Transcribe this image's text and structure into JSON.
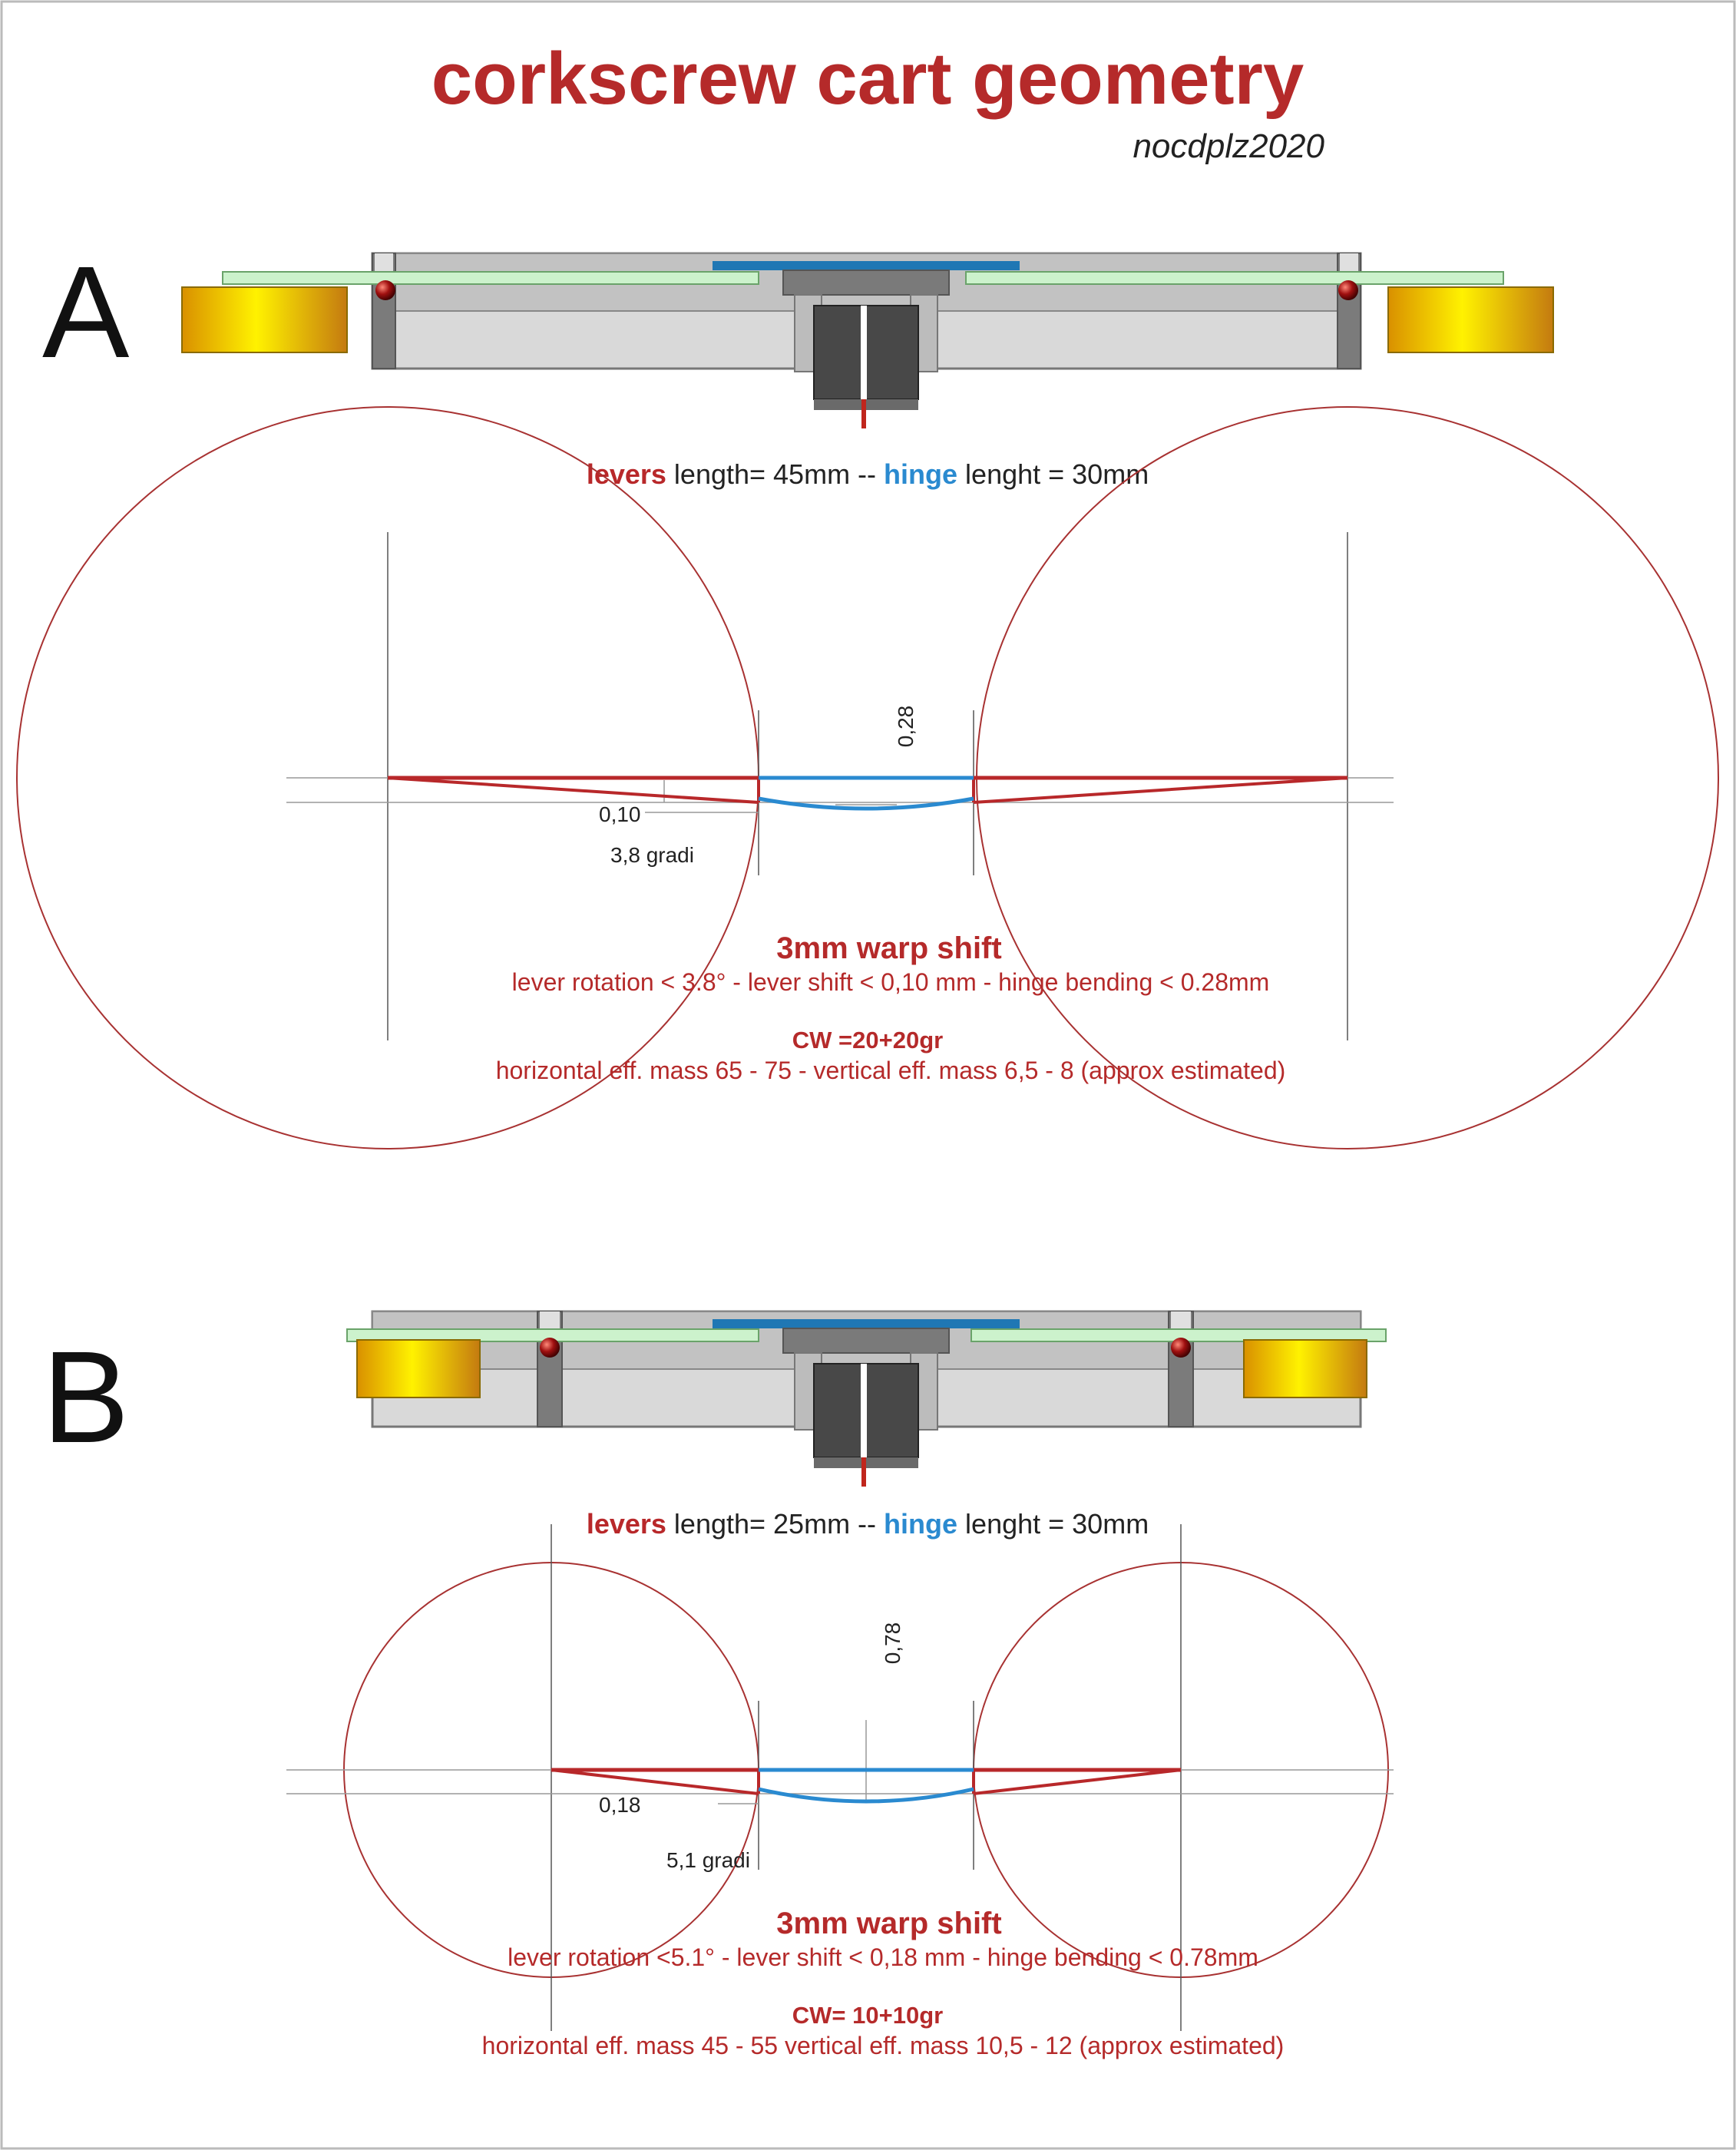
{
  "header": {
    "title": "corkscrew cart geometry",
    "author": "nocdplz2020"
  },
  "colors": {
    "title_red": "#b52a2a",
    "lever_red": "#b8282a",
    "hinge_blue": "#2a8ad0",
    "circle_red": "#a83232",
    "gold": "#f5d800"
  },
  "section_a": {
    "letter": "A",
    "spec_levers": "levers",
    "spec_levers_rest": " length= 45mm -- ",
    "spec_hinge": "hinge",
    "spec_hinge_rest": " lenght = 30mm",
    "dim_bend": "0,28",
    "dim_shift": "0,10",
    "dim_angle": "3,8 gradi",
    "warp_title": "3mm warp shift",
    "warp_line": "lever rotation  < 3.8° - lever shift  < 0,10 mm - hinge bending  < 0.28mm",
    "cw_title": "CW =20+20gr",
    "mass_line": "horizontal eff. mass  65 - 75  - vertical eff. mass  6,5 - 8  (approx estimated)"
  },
  "section_b": {
    "letter": "B",
    "spec_levers": "levers",
    "spec_levers_rest": " length= 25mm -- ",
    "spec_hinge": "hinge",
    "spec_hinge_rest": " lenght = 30mm",
    "dim_bend": "0,78",
    "dim_shift": "0,18",
    "dim_angle": "5,1 gradi",
    "warp_title": "3mm warp shift",
    "warp_line": "lever rotation  <5.1° - lever shift  < 0,18 mm - hinge bending  < 0.78mm",
    "cw_title": "CW= 10+10gr",
    "mass_line": "horizontal eff. mass 45 - 55  vertical eff. mass 10,5 - 12  (approx estimated)"
  }
}
